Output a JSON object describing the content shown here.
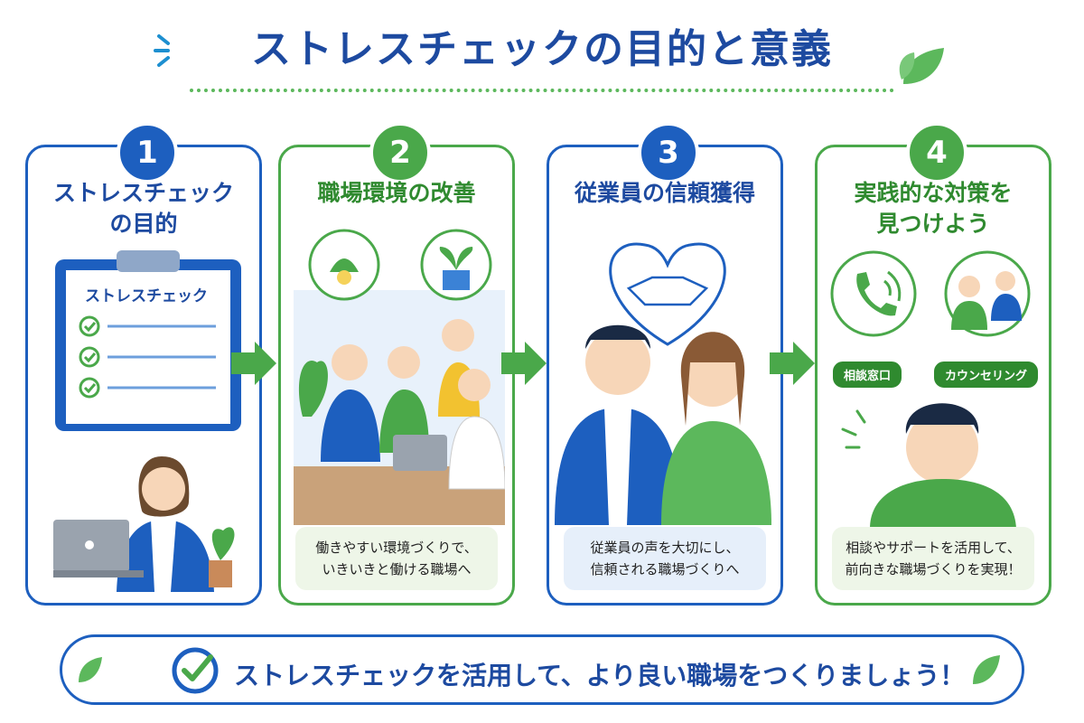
{
  "title": "ストレスチェックの目的と意義",
  "panels": [
    {
      "number": "1",
      "title_line1": "ストレスチェック",
      "title_line2": "の目的",
      "clipboard_label": "ストレスチェック",
      "caption_line1": "",
      "caption_line2": ""
    },
    {
      "number": "2",
      "title_line1": "職場環境の改善",
      "title_line2": "",
      "caption_line1": "働きやすい環境づくりで、",
      "caption_line2": "いきいきと働ける職場へ"
    },
    {
      "number": "3",
      "title_line1": "従業員の信頼獲得",
      "title_line2": "",
      "caption_line1": "従業員の声を大切にし、",
      "caption_line2": "信頼される職場づくりへ"
    },
    {
      "number": "4",
      "title_line1": "実践的な対策を",
      "title_line2": "見つけよう",
      "tag_consult": "相談窓口",
      "tag_counseling": "カウンセリング",
      "caption_line1": "相談やサポートを活用して、",
      "caption_line2": "前向きな職場づくりを実現！"
    }
  ],
  "bottom_message": "ストレスチェックを活用して、より良い職場をつくりましょう！",
  "colors": {
    "blue": "#1d5fbf",
    "green": "#4aa84a",
    "title": "#1d4aa0"
  }
}
